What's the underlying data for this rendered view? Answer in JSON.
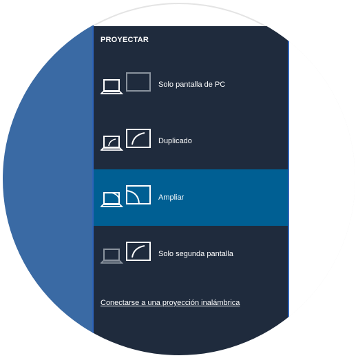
{
  "panel": {
    "title": "PROYECTAR",
    "options": [
      {
        "label": "Solo pantalla de PC",
        "icon": "pc-screen-only-icon",
        "selected": false
      },
      {
        "label": "Duplicado",
        "icon": "duplicate-icon",
        "selected": false
      },
      {
        "label": "Ampliar",
        "icon": "extend-icon",
        "selected": true
      },
      {
        "label": "Solo segunda pantalla",
        "icon": "second-screen-only-icon",
        "selected": false
      }
    ],
    "wireless_link": "Conectarse a una proyección inalámbrica"
  },
  "colors": {
    "panel_bg": "#1f2b3d",
    "selected_bg": "#005f93",
    "desktop_bg": "#3a6aa4",
    "accent_border": "#2e63b8"
  }
}
